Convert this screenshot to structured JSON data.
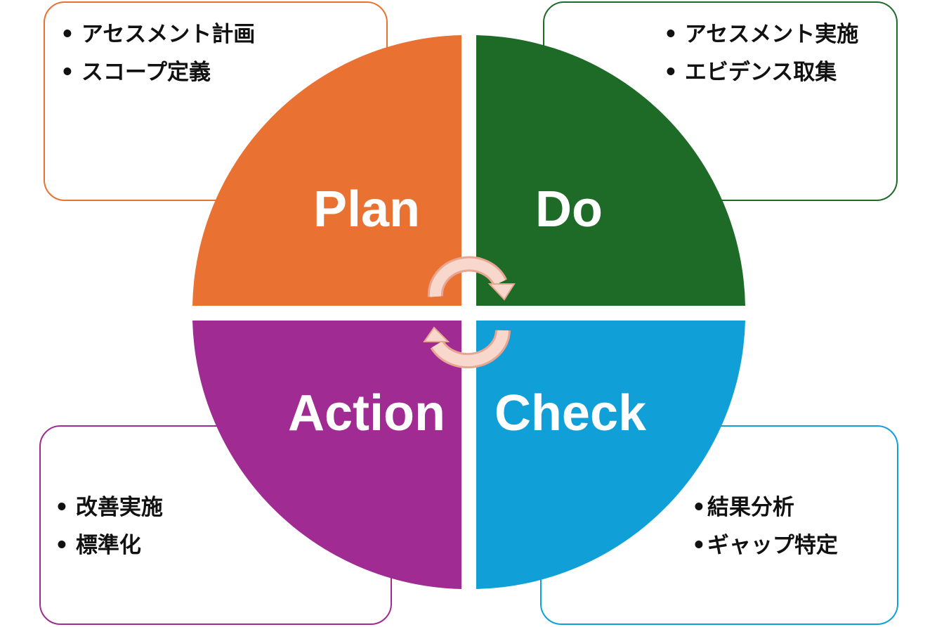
{
  "phases": {
    "plan": {
      "label": "Plan",
      "items": [
        "アセスメント計画",
        "スコープ定義"
      ],
      "color": "#E97132"
    },
    "do": {
      "label": "Do",
      "items": [
        "アセスメント実施",
        "エビデンス取集"
      ],
      "color": "#1E6B28"
    },
    "check": {
      "label": "Check",
      "items": [
        "結果分析",
        "ギャップ特定"
      ],
      "color": "#119FD8"
    },
    "action": {
      "label": "Action",
      "items": [
        "改善実施",
        "標準化"
      ],
      "color": "#A02B93"
    }
  },
  "arrow_color": "#F8D7CD"
}
